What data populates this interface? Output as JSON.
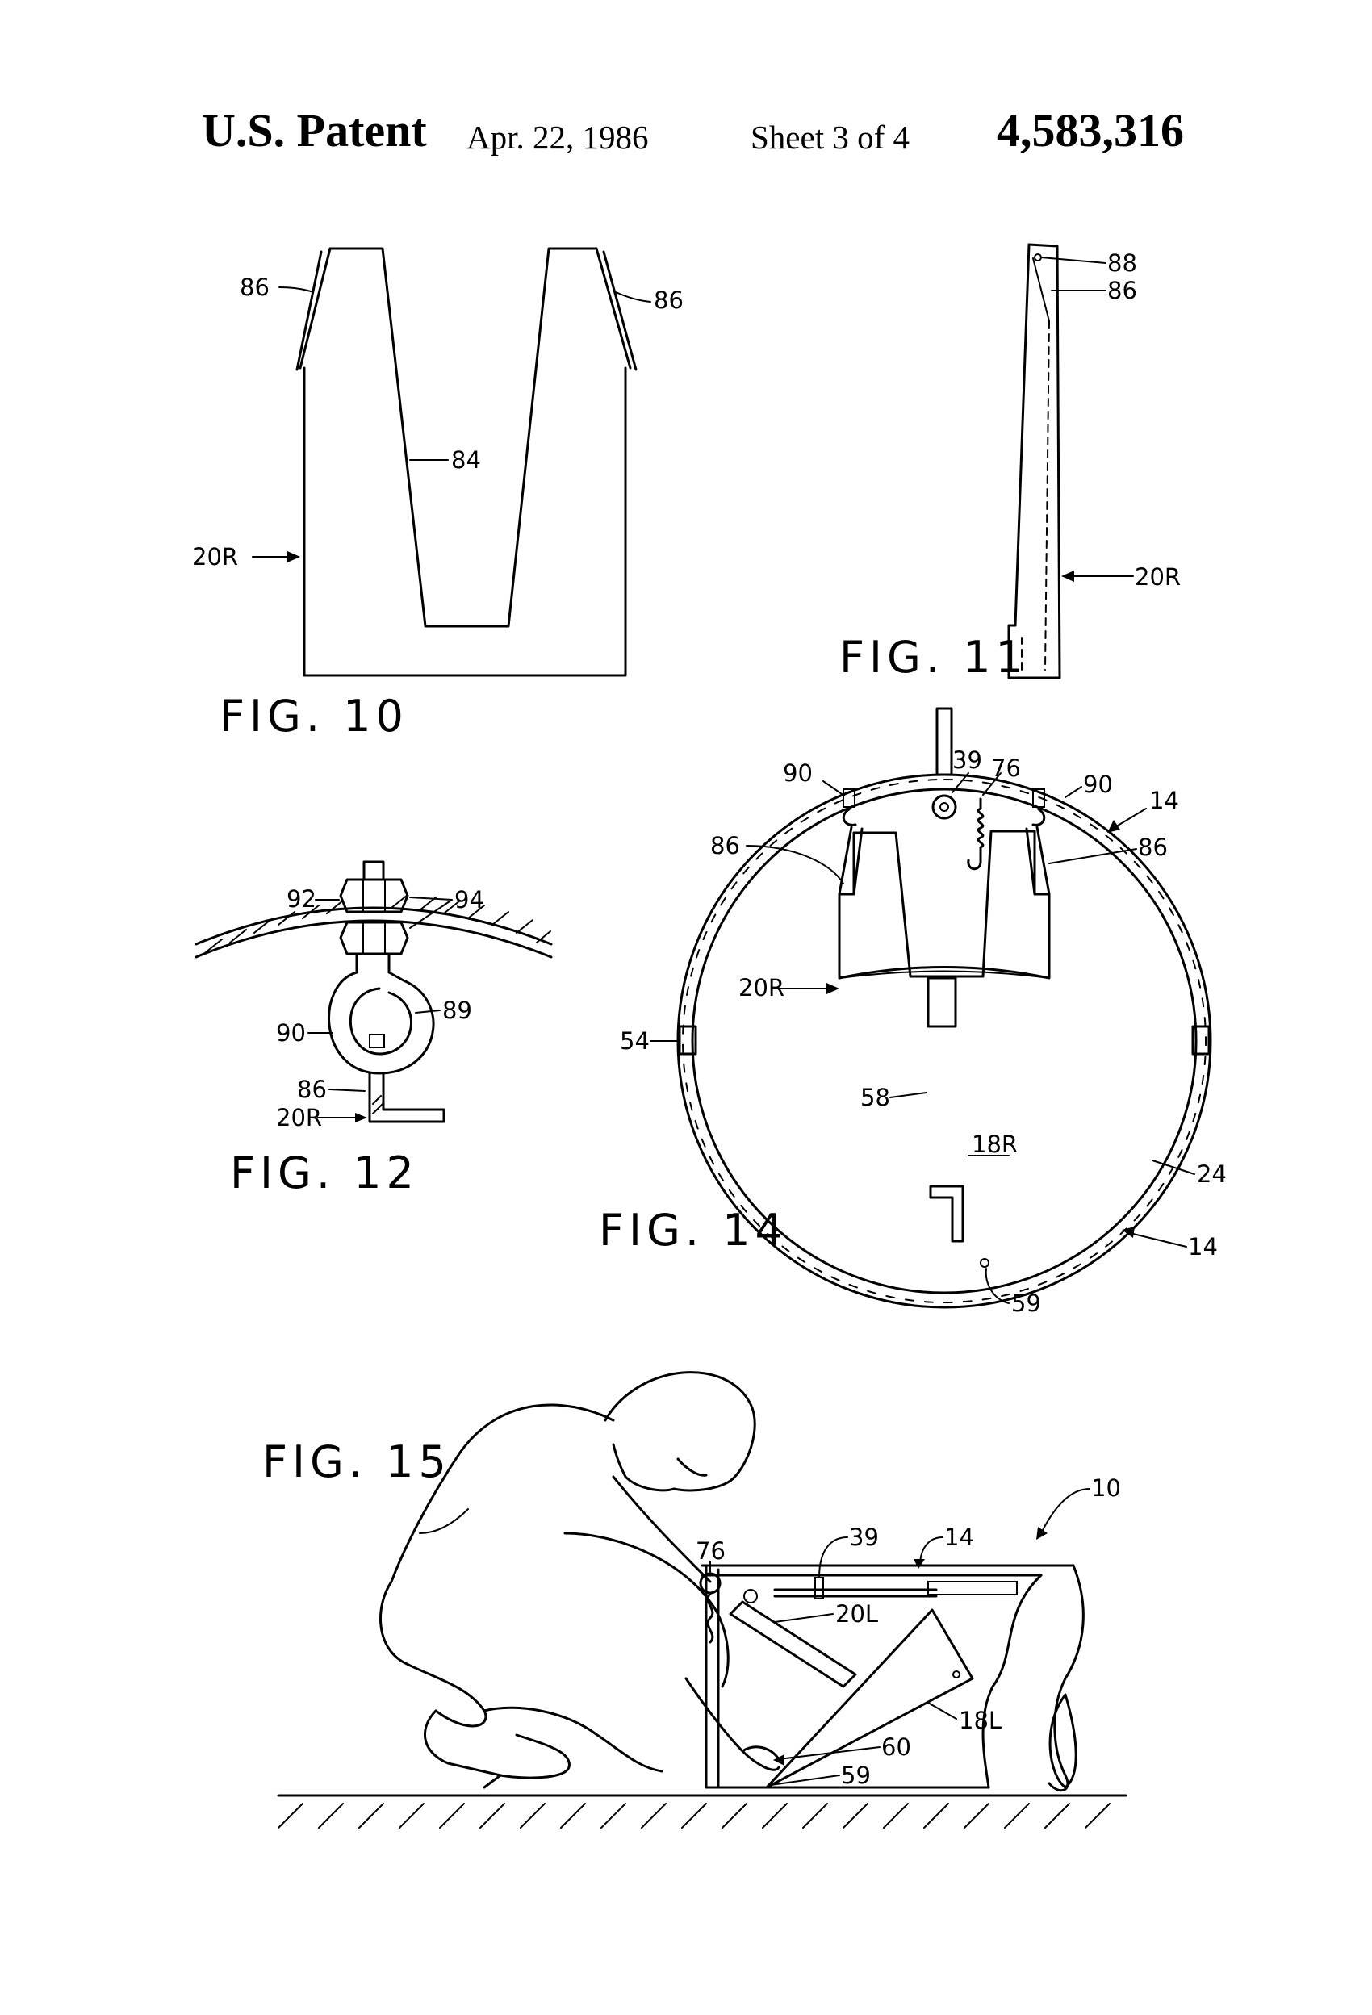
{
  "header": {
    "brand": "U.S. Patent",
    "date": "Apr. 22, 1986",
    "sheet": "Sheet 3 of 4",
    "number": "4,583,316"
  },
  "figures": {
    "fig10": {
      "title": "FIG. 10",
      "refs": {
        "r86a": "86",
        "r86b": "86",
        "r84": "84",
        "r20r": "20R"
      }
    },
    "fig11": {
      "title": "FIG. 11",
      "refs": {
        "r88": "88",
        "r86": "86",
        "r20r": "20R"
      }
    },
    "fig12": {
      "title": "FIG. 12",
      "refs": {
        "r92": "92",
        "r94": "94",
        "r89": "89",
        "r90": "90",
        "r86": "86",
        "r20r": "20R"
      }
    },
    "fig14": {
      "title": "FIG. 14",
      "refs": {
        "r90a": "90",
        "r39": "39",
        "r76": "76",
        "r90b": "90",
        "r14a": "14",
        "r86a": "86",
        "r86b": "86",
        "r20r": "20R",
        "r54": "54",
        "r58": "58",
        "r18r": "18R",
        "r24": "24",
        "r14b": "14",
        "r59": "59"
      }
    },
    "fig15": {
      "title": "FIG. 15",
      "refs": {
        "r10": "10",
        "r76": "76",
        "r39": "39",
        "r14": "14",
        "r20l": "20L",
        "r18l": "18L",
        "r60": "60",
        "r59": "59"
      }
    }
  }
}
